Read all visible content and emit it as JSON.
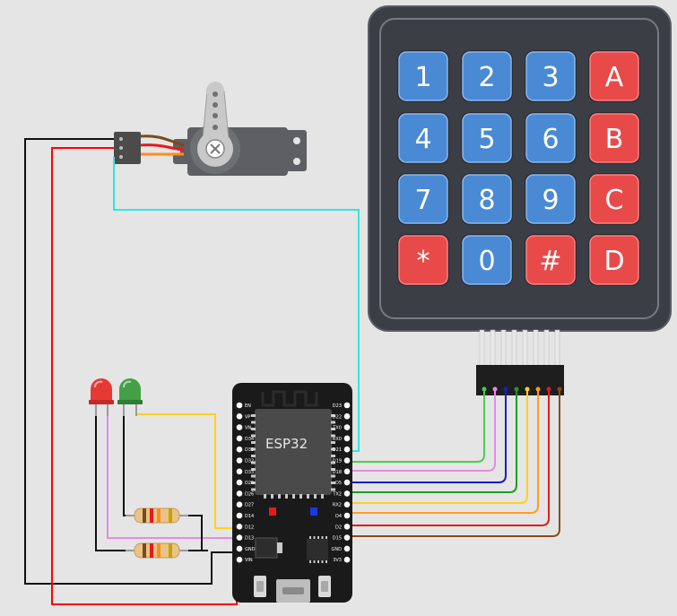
{
  "board": {
    "label": "ESP32"
  },
  "keypad": {
    "rows": [
      [
        "1",
        "2",
        "3",
        "A"
      ],
      [
        "4",
        "5",
        "6",
        "B"
      ],
      [
        "7",
        "8",
        "9",
        "C"
      ],
      [
        "*",
        "0",
        "#",
        "D"
      ]
    ],
    "key_colors": {
      "digit": "#4a8ad4",
      "special": "#e84a4a"
    }
  },
  "leds": [
    {
      "color": "red",
      "hex": "#e53935"
    },
    {
      "color": "green",
      "hex": "#43a047"
    }
  ],
  "wire_colors": {
    "servo_signal": "#2fe6e6",
    "power": "#ff0000",
    "ground": "#111111",
    "keypad": [
      "#4ccd4c",
      "#e58ae5",
      "#1a1ad0",
      "#1e9b1e",
      "#ffd21a",
      "#ff9e1a",
      "#e61a1a",
      "#8b4a1a"
    ],
    "led_green": "#ffd21a",
    "led_red": "#e58ae5"
  },
  "left_pins": [
    "EN",
    "VP",
    "VN",
    "D34",
    "D35",
    "D32",
    "D33",
    "D25",
    "D26",
    "D27",
    "D14",
    "D12",
    "D13",
    "GND",
    "VIN"
  ],
  "right_pins": [
    "D23",
    "D22",
    "TX0",
    "RX0",
    "D21",
    "D19",
    "D18",
    "D5",
    "TX2",
    "RX2",
    "D4",
    "D2",
    "D15",
    "GND",
    "3V3"
  ]
}
